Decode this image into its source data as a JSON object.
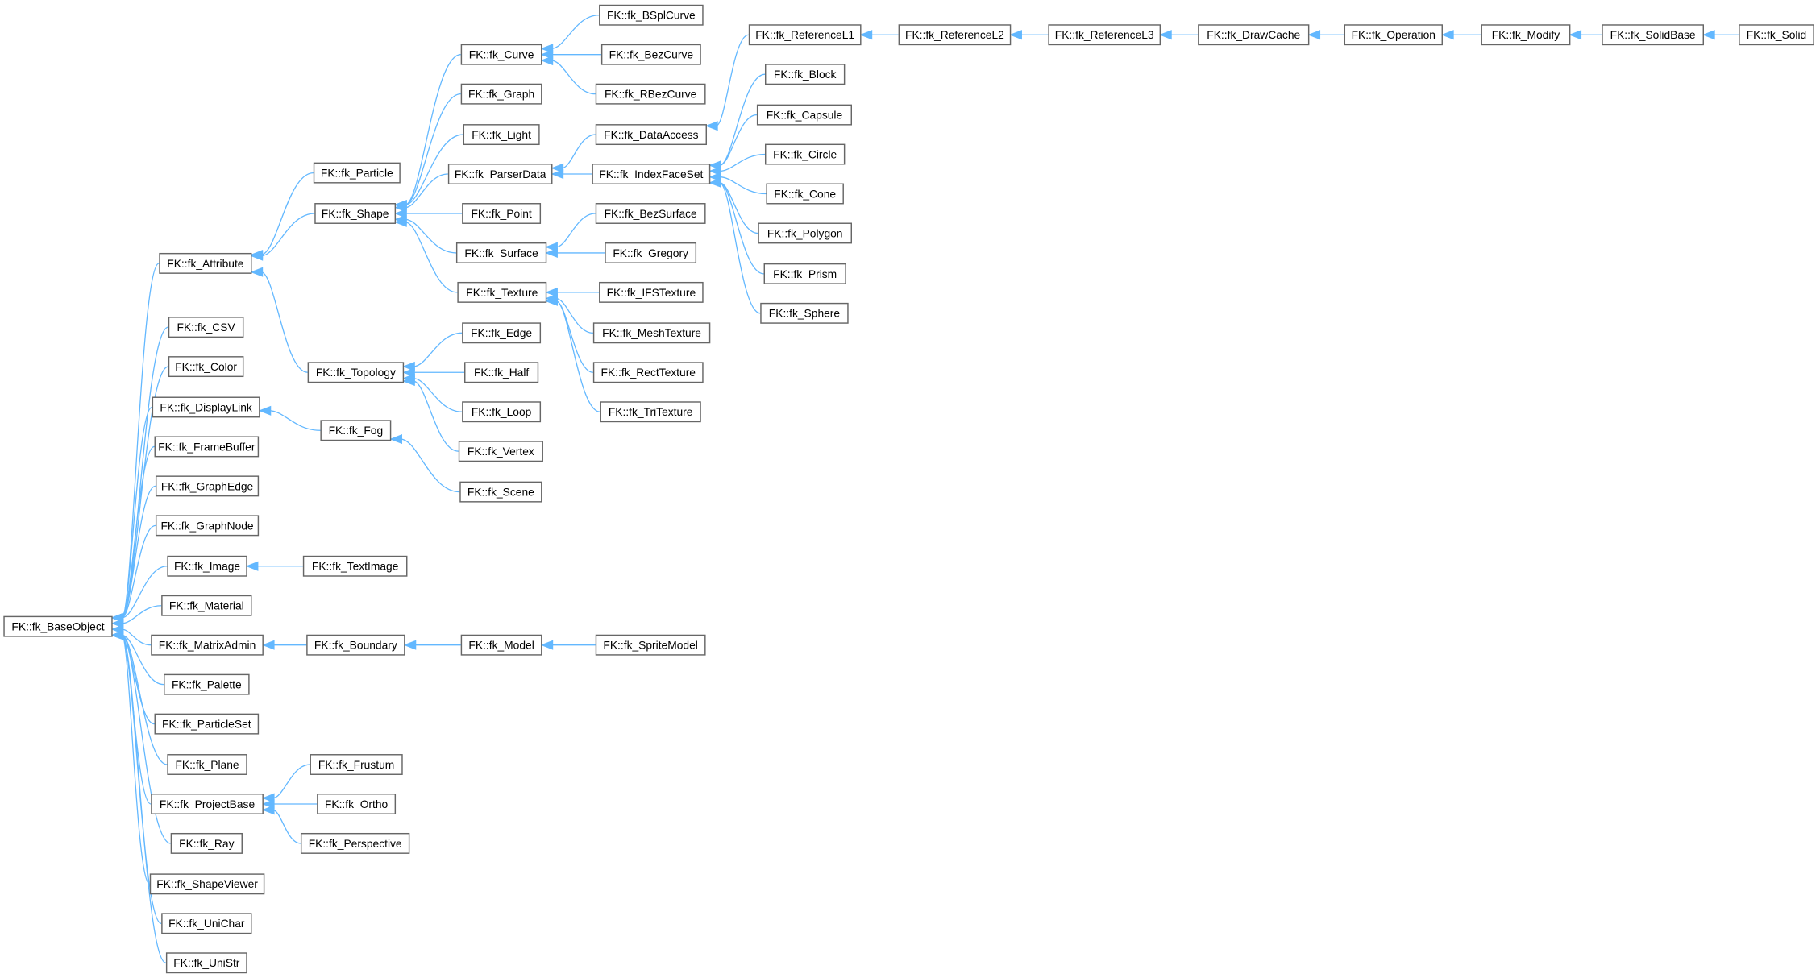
{
  "title": "Class inheritance graph",
  "colors": {
    "edge": "#63b8ff",
    "node_border": "#666666",
    "node_fill": "#ffffff"
  },
  "nodes": [
    {
      "id": "BaseObject",
      "label": "FK::fk_BaseObject"
    },
    {
      "id": "Attribute",
      "label": "FK::fk_Attribute"
    },
    {
      "id": "CSV",
      "label": "FK::fk_CSV"
    },
    {
      "id": "Color",
      "label": "FK::fk_Color"
    },
    {
      "id": "DisplayLink",
      "label": "FK::fk_DisplayLink"
    },
    {
      "id": "FrameBuffer",
      "label": "FK::fk_FrameBuffer"
    },
    {
      "id": "GraphEdge",
      "label": "FK::fk_GraphEdge"
    },
    {
      "id": "GraphNode",
      "label": "FK::fk_GraphNode"
    },
    {
      "id": "Image",
      "label": "FK::fk_Image"
    },
    {
      "id": "Material",
      "label": "FK::fk_Material"
    },
    {
      "id": "MatrixAdmin",
      "label": "FK::fk_MatrixAdmin"
    },
    {
      "id": "Palette",
      "label": "FK::fk_Palette"
    },
    {
      "id": "ParticleSet",
      "label": "FK::fk_ParticleSet"
    },
    {
      "id": "Plane",
      "label": "FK::fk_Plane"
    },
    {
      "id": "ProjectBase",
      "label": "FK::fk_ProjectBase"
    },
    {
      "id": "Ray",
      "label": "FK::fk_Ray"
    },
    {
      "id": "ShapeViewer",
      "label": "FK::fk_ShapeViewer"
    },
    {
      "id": "UniChar",
      "label": "FK::fk_UniChar"
    },
    {
      "id": "UniStr",
      "label": "FK::fk_UniStr"
    },
    {
      "id": "Particle",
      "label": "FK::fk_Particle"
    },
    {
      "id": "Shape",
      "label": "FK::fk_Shape"
    },
    {
      "id": "Topology",
      "label": "FK::fk_Topology"
    },
    {
      "id": "Fog",
      "label": "FK::fk_Fog"
    },
    {
      "id": "TextImage",
      "label": "FK::fk_TextImage"
    },
    {
      "id": "Boundary",
      "label": "FK::fk_Boundary"
    },
    {
      "id": "Frustum",
      "label": "FK::fk_Frustum"
    },
    {
      "id": "Ortho",
      "label": "FK::fk_Ortho"
    },
    {
      "id": "Perspective",
      "label": "FK::fk_Perspective"
    },
    {
      "id": "Curve",
      "label": "FK::fk_Curve"
    },
    {
      "id": "Graph",
      "label": "FK::fk_Graph"
    },
    {
      "id": "Light",
      "label": "FK::fk_Light"
    },
    {
      "id": "ParserData",
      "label": "FK::fk_ParserData"
    },
    {
      "id": "Point",
      "label": "FK::fk_Point"
    },
    {
      "id": "Surface",
      "label": "FK::fk_Surface"
    },
    {
      "id": "Texture",
      "label": "FK::fk_Texture"
    },
    {
      "id": "Edge",
      "label": "FK::fk_Edge"
    },
    {
      "id": "Half",
      "label": "FK::fk_Half"
    },
    {
      "id": "Loop",
      "label": "FK::fk_Loop"
    },
    {
      "id": "Vertex",
      "label": "FK::fk_Vertex"
    },
    {
      "id": "Scene",
      "label": "FK::fk_Scene"
    },
    {
      "id": "Model",
      "label": "FK::fk_Model"
    },
    {
      "id": "BSplCurve",
      "label": "FK::fk_BSplCurve"
    },
    {
      "id": "BezCurve",
      "label": "FK::fk_BezCurve"
    },
    {
      "id": "RBezCurve",
      "label": "FK::fk_RBezCurve"
    },
    {
      "id": "DataAccess",
      "label": "FK::fk_DataAccess"
    },
    {
      "id": "IndexFaceSet",
      "label": "FK::fk_IndexFaceSet"
    },
    {
      "id": "BezSurface",
      "label": "FK::fk_BezSurface"
    },
    {
      "id": "Gregory",
      "label": "FK::fk_Gregory"
    },
    {
      "id": "IFSTexture",
      "label": "FK::fk_IFSTexture"
    },
    {
      "id": "MeshTexture",
      "label": "FK::fk_MeshTexture"
    },
    {
      "id": "RectTexture",
      "label": "FK::fk_RectTexture"
    },
    {
      "id": "TriTexture",
      "label": "FK::fk_TriTexture"
    },
    {
      "id": "SpriteModel",
      "label": "FK::fk_SpriteModel"
    },
    {
      "id": "ReferenceL1",
      "label": "FK::fk_ReferenceL1"
    },
    {
      "id": "Block",
      "label": "FK::fk_Block"
    },
    {
      "id": "Capsule",
      "label": "FK::fk_Capsule"
    },
    {
      "id": "Circle",
      "label": "FK::fk_Circle"
    },
    {
      "id": "Cone",
      "label": "FK::fk_Cone"
    },
    {
      "id": "Polygon",
      "label": "FK::fk_Polygon"
    },
    {
      "id": "Prism",
      "label": "FK::fk_Prism"
    },
    {
      "id": "Sphere",
      "label": "FK::fk_Sphere"
    },
    {
      "id": "ReferenceL2",
      "label": "FK::fk_ReferenceL2"
    },
    {
      "id": "ReferenceL3",
      "label": "FK::fk_ReferenceL3"
    },
    {
      "id": "DrawCache",
      "label": "FK::fk_DrawCache"
    },
    {
      "id": "Operation",
      "label": "FK::fk_Operation"
    },
    {
      "id": "Modify",
      "label": "FK::fk_Modify"
    },
    {
      "id": "SolidBase",
      "label": "FK::fk_SolidBase"
    },
    {
      "id": "Solid",
      "label": "FK::fk_Solid"
    }
  ],
  "edges": [
    [
      "Attribute",
      "BaseObject"
    ],
    [
      "CSV",
      "BaseObject"
    ],
    [
      "Color",
      "BaseObject"
    ],
    [
      "DisplayLink",
      "BaseObject"
    ],
    [
      "FrameBuffer",
      "BaseObject"
    ],
    [
      "GraphEdge",
      "BaseObject"
    ],
    [
      "GraphNode",
      "BaseObject"
    ],
    [
      "Image",
      "BaseObject"
    ],
    [
      "Material",
      "BaseObject"
    ],
    [
      "MatrixAdmin",
      "BaseObject"
    ],
    [
      "Palette",
      "BaseObject"
    ],
    [
      "ParticleSet",
      "BaseObject"
    ],
    [
      "Plane",
      "BaseObject"
    ],
    [
      "ProjectBase",
      "BaseObject"
    ],
    [
      "Ray",
      "BaseObject"
    ],
    [
      "ShapeViewer",
      "BaseObject"
    ],
    [
      "UniChar",
      "BaseObject"
    ],
    [
      "UniStr",
      "BaseObject"
    ],
    [
      "Particle",
      "Attribute"
    ],
    [
      "Shape",
      "Attribute"
    ],
    [
      "Topology",
      "Attribute"
    ],
    [
      "Fog",
      "DisplayLink"
    ],
    [
      "Scene",
      "Fog"
    ],
    [
      "TextImage",
      "Image"
    ],
    [
      "Boundary",
      "MatrixAdmin"
    ],
    [
      "Model",
      "Boundary"
    ],
    [
      "SpriteModel",
      "Model"
    ],
    [
      "Frustum",
      "ProjectBase"
    ],
    [
      "Ortho",
      "ProjectBase"
    ],
    [
      "Perspective",
      "ProjectBase"
    ],
    [
      "Curve",
      "Shape"
    ],
    [
      "Graph",
      "Shape"
    ],
    [
      "Light",
      "Shape"
    ],
    [
      "ParserData",
      "Shape"
    ],
    [
      "Point",
      "Shape"
    ],
    [
      "Surface",
      "Shape"
    ],
    [
      "Texture",
      "Shape"
    ],
    [
      "BSplCurve",
      "Curve"
    ],
    [
      "BezCurve",
      "Curve"
    ],
    [
      "RBezCurve",
      "Curve"
    ],
    [
      "DataAccess",
      "ParserData"
    ],
    [
      "IndexFaceSet",
      "ParserData"
    ],
    [
      "BezSurface",
      "Surface"
    ],
    [
      "Gregory",
      "Surface"
    ],
    [
      "IFSTexture",
      "Texture"
    ],
    [
      "MeshTexture",
      "Texture"
    ],
    [
      "RectTexture",
      "Texture"
    ],
    [
      "TriTexture",
      "Texture"
    ],
    [
      "Edge",
      "Topology"
    ],
    [
      "Half",
      "Topology"
    ],
    [
      "Loop",
      "Topology"
    ],
    [
      "Vertex",
      "Topology"
    ],
    [
      "ReferenceL1",
      "DataAccess"
    ],
    [
      "Block",
      "IndexFaceSet"
    ],
    [
      "Capsule",
      "IndexFaceSet"
    ],
    [
      "Circle",
      "IndexFaceSet"
    ],
    [
      "Cone",
      "IndexFaceSet"
    ],
    [
      "Polygon",
      "IndexFaceSet"
    ],
    [
      "Prism",
      "IndexFaceSet"
    ],
    [
      "Sphere",
      "IndexFaceSet"
    ],
    [
      "ReferenceL2",
      "ReferenceL1"
    ],
    [
      "ReferenceL3",
      "ReferenceL2"
    ],
    [
      "DrawCache",
      "ReferenceL3"
    ],
    [
      "Operation",
      "DrawCache"
    ],
    [
      "Modify",
      "Operation"
    ],
    [
      "SolidBase",
      "Modify"
    ],
    [
      "Solid",
      "SolidBase"
    ]
  ]
}
